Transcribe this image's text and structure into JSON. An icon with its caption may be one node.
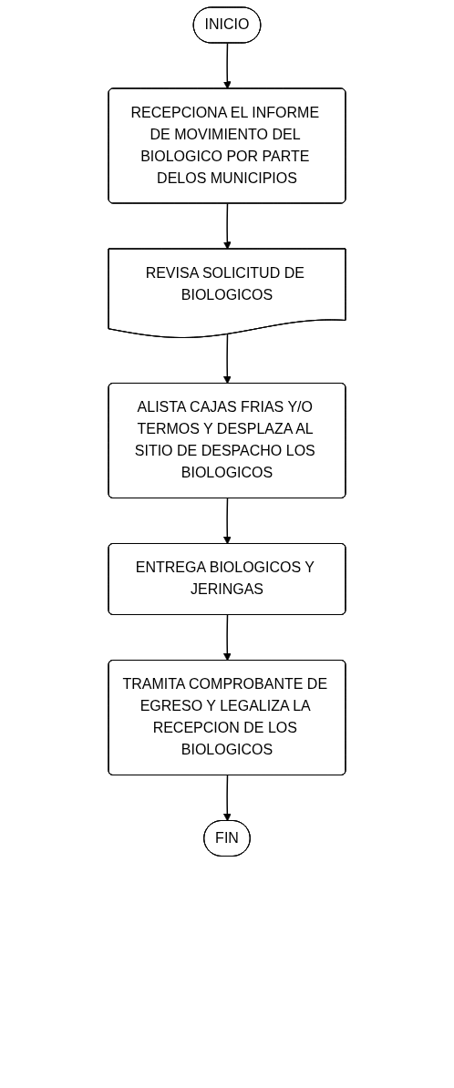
{
  "diagram": {
    "nodes": [
      {
        "text": [
          "INICIO"
        ]
      },
      {
        "text": [
          "RECEPCIONA EL INFORME DE MOVIMIENTO DEL BIOLOGICO POR PARTE DELOS MUNICIPIOS"
        ]
      },
      {
        "text": [
          "REVISA SOLICITUD DE BIOLOGICOS"
        ]
      },
      {
        "text": [
          "ALISTA CAJAS FRIAS Y/O TERMOS Y DESPLAZA AL SITIO DE DESPACHO LOS BIOLOGICOS"
        ]
      },
      {
        "text": [
          "ENTREGA BIOLOGICOS Y JERINGAS"
        ]
      },
      {
        "text": [
          "TRAMITA COMPROBANTE DE EGRESO Y LEGALIZA LA RECEPCION DE LOS BIOLOGICOS"
        ]
      },
      {
        "text": [
          "FIN"
        ]
      }
    ],
    "edges": [
      {
        "from": 0,
        "to": 1,
        "arrow": "to"
      },
      {
        "from": 1,
        "to": 2,
        "arrow": "to"
      },
      {
        "from": 2,
        "to": 3,
        "arrow": "to"
      },
      {
        "from": 3,
        "to": 4,
        "arrow": "to"
      },
      {
        "from": 4,
        "to": 5,
        "arrow": "to"
      },
      {
        "from": 5,
        "to": 6,
        "arrow": "to"
      }
    ]
  }
}
